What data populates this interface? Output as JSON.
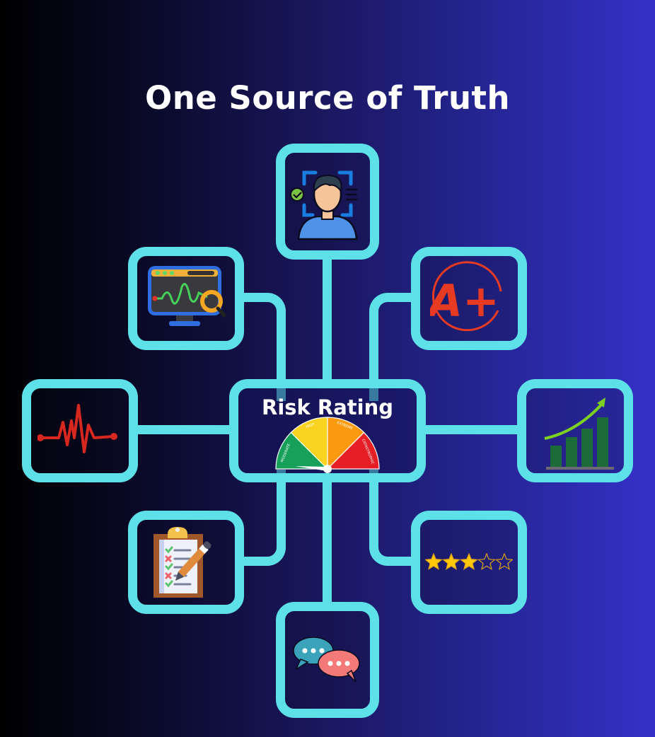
{
  "title": "One Source of Truth",
  "center": {
    "label": "Risk Rating",
    "gauge_segments": [
      {
        "label": "MODERATE",
        "color": "#16a05a"
      },
      {
        "label": "HIGH",
        "color": "#f9d31f"
      },
      {
        "label": "EXTREME",
        "color": "#fb9a0e"
      },
      {
        "label": "CATASTROPHIC",
        "color": "#e51f25"
      }
    ]
  },
  "nodes": [
    {
      "id": "top",
      "icon": "face-id-verification-icon"
    },
    {
      "id": "upper-left",
      "icon": "monitor-analytics-magnifier-icon"
    },
    {
      "id": "upper-right",
      "icon": "a-plus-grade-icon",
      "text": "A+"
    },
    {
      "id": "left",
      "icon": "heartbeat-pulse-icon"
    },
    {
      "id": "right",
      "icon": "growth-bar-chart-icon"
    },
    {
      "id": "lower-left",
      "icon": "checklist-clipboard-icon"
    },
    {
      "id": "lower-right",
      "icon": "star-rating-icon",
      "rating": 3,
      "max_rating": 5
    },
    {
      "id": "bottom",
      "icon": "chat-bubbles-icon"
    }
  ],
  "colors": {
    "connector": "#5ee0e8",
    "background_start": "#000000",
    "background_end": "#3531c8",
    "title": "#ffffff"
  }
}
